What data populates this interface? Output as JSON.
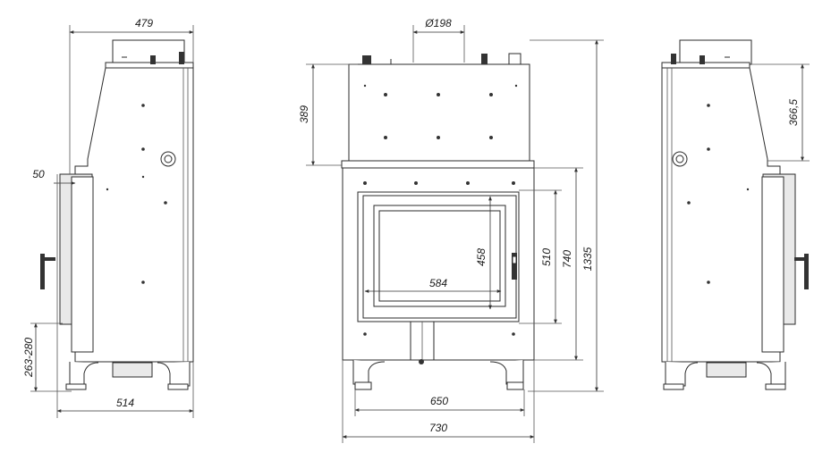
{
  "dimensions": {
    "left_width_479": "479",
    "left_offset_50": "50",
    "left_height_263_280": "263-280",
    "left_depth_514": "514",
    "flue_diameter": "Ø198",
    "front_height_389": "389",
    "glass_height_458": "458",
    "glass_width_584": "584",
    "door_height_510": "510",
    "front_height_740": "740",
    "total_height_1335": "1335",
    "front_width_650": "650",
    "front_width_730": "730",
    "right_height_366_5": "366,5"
  }
}
